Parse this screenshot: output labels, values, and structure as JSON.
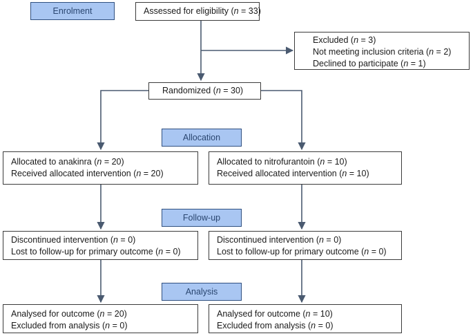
{
  "stages": {
    "enrolment": "Enrolment",
    "allocation": "Allocation",
    "followup": "Follow-up",
    "analysis": "Analysis"
  },
  "eligibility": {
    "label": "Assessed for eligibility (",
    "n": "n",
    "value": " = 33)"
  },
  "excluded": {
    "line1": {
      "label": "Excluded (",
      "n": "n",
      "value": " = 3)"
    },
    "line2": {
      "label": "Not meeting inclusion criteria (",
      "n": "n",
      "value": " = 2)"
    },
    "line3": {
      "label": "Declined to participate (",
      "n": "n",
      "value": " = 1)"
    }
  },
  "randomized": {
    "label": "Randomized (",
    "n": "n",
    "value": " = 30)"
  },
  "arms": [
    {
      "alloc1": {
        "label": "Allocated to anakinra (",
        "n": "n",
        "value": " = 20)"
      },
      "alloc2": {
        "label": "Received allocated intervention (",
        "n": "n",
        "value": " = 20)"
      },
      "follow1": {
        "label": "Discontinued intervention (",
        "n": "n",
        "value": " = 0)"
      },
      "follow2": {
        "label": "Lost to follow-up for primary outcome (",
        "n": "n",
        "value": " = 0)"
      },
      "anal1": {
        "label": "Analysed for outcome (",
        "n": "n",
        "value": " = 20)"
      },
      "anal2": {
        "label": "Excluded from analysis (",
        "n": "n",
        "value": " = 0)"
      }
    },
    {
      "alloc1": {
        "label": "Allocated to nitrofurantoin (",
        "n": "n",
        "value": " = 10)"
      },
      "alloc2": {
        "label": "Received allocated intervention (",
        "n": "n",
        "value": " = 10)"
      },
      "follow1": {
        "label": "Discontinued intervention (",
        "n": "n",
        "value": " = 0)"
      },
      "follow2": {
        "label": "Lost to follow-up for primary outcome (",
        "n": "n",
        "value": " = 0)"
      },
      "anal1": {
        "label": "Analysed for outcome (",
        "n": "n",
        "value": " = 10)"
      },
      "anal2": {
        "label": "Excluded from analysis (",
        "n": "n",
        "value": " = 0)"
      }
    }
  ]
}
